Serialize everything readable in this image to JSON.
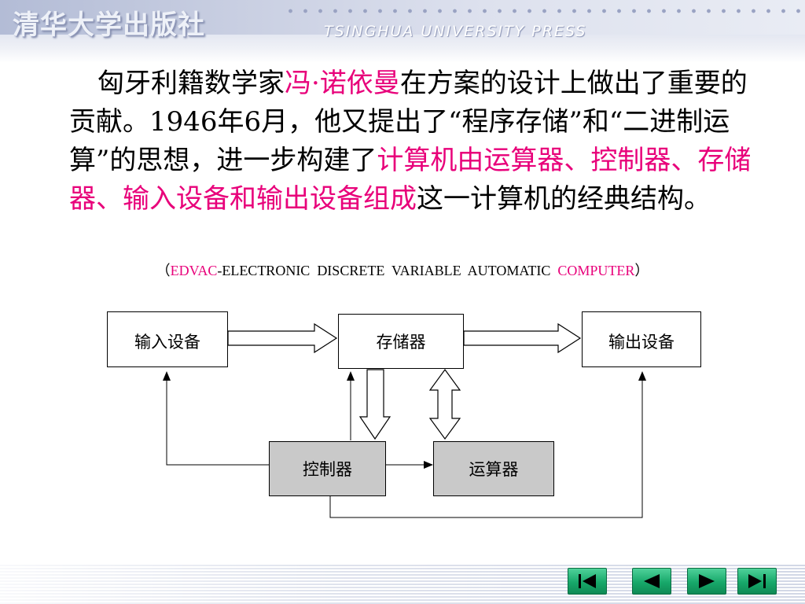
{
  "header": {
    "publisher_logo": "清华大学出版社",
    "press_name": "TSINGHUA UNIVERSITY PRESS"
  },
  "paragraph": {
    "part1": "匈牙利籍数学家",
    "name_highlight": "冯·诺依曼",
    "part2": "在方案的设计上做出了重要的贡献。1946年6月，他又提出了“程序存储”和“二进制运算”的思想，进一步构建了",
    "structure_highlight": "计算机由运算器、控制器、存储器、输入设备和输出设备组成",
    "part3": "这一计算机的经典结构。"
  },
  "caption": {
    "open": "（",
    "edvac": "EDVAC",
    "middle": "-ELECTRONIC  DISCRETE  VARIABLE  AUTOMATIC  ",
    "computer": "COMPUTER",
    "close": "）"
  },
  "diagram": {
    "input_device": "输入设备",
    "memory": "存储器",
    "output_device": "输出设备",
    "controller": "控制器",
    "alu": "运算器"
  },
  "navigation": {
    "first_icon": "skip-to-first-icon",
    "prev_icon": "previous-triangle-icon",
    "next_icon": "next-triangle-icon",
    "last_icon": "skip-to-last-icon"
  },
  "colors": {
    "highlight": "#e8007a",
    "module_fill": "#c9c9c9",
    "nav_button": "#17a86a"
  }
}
